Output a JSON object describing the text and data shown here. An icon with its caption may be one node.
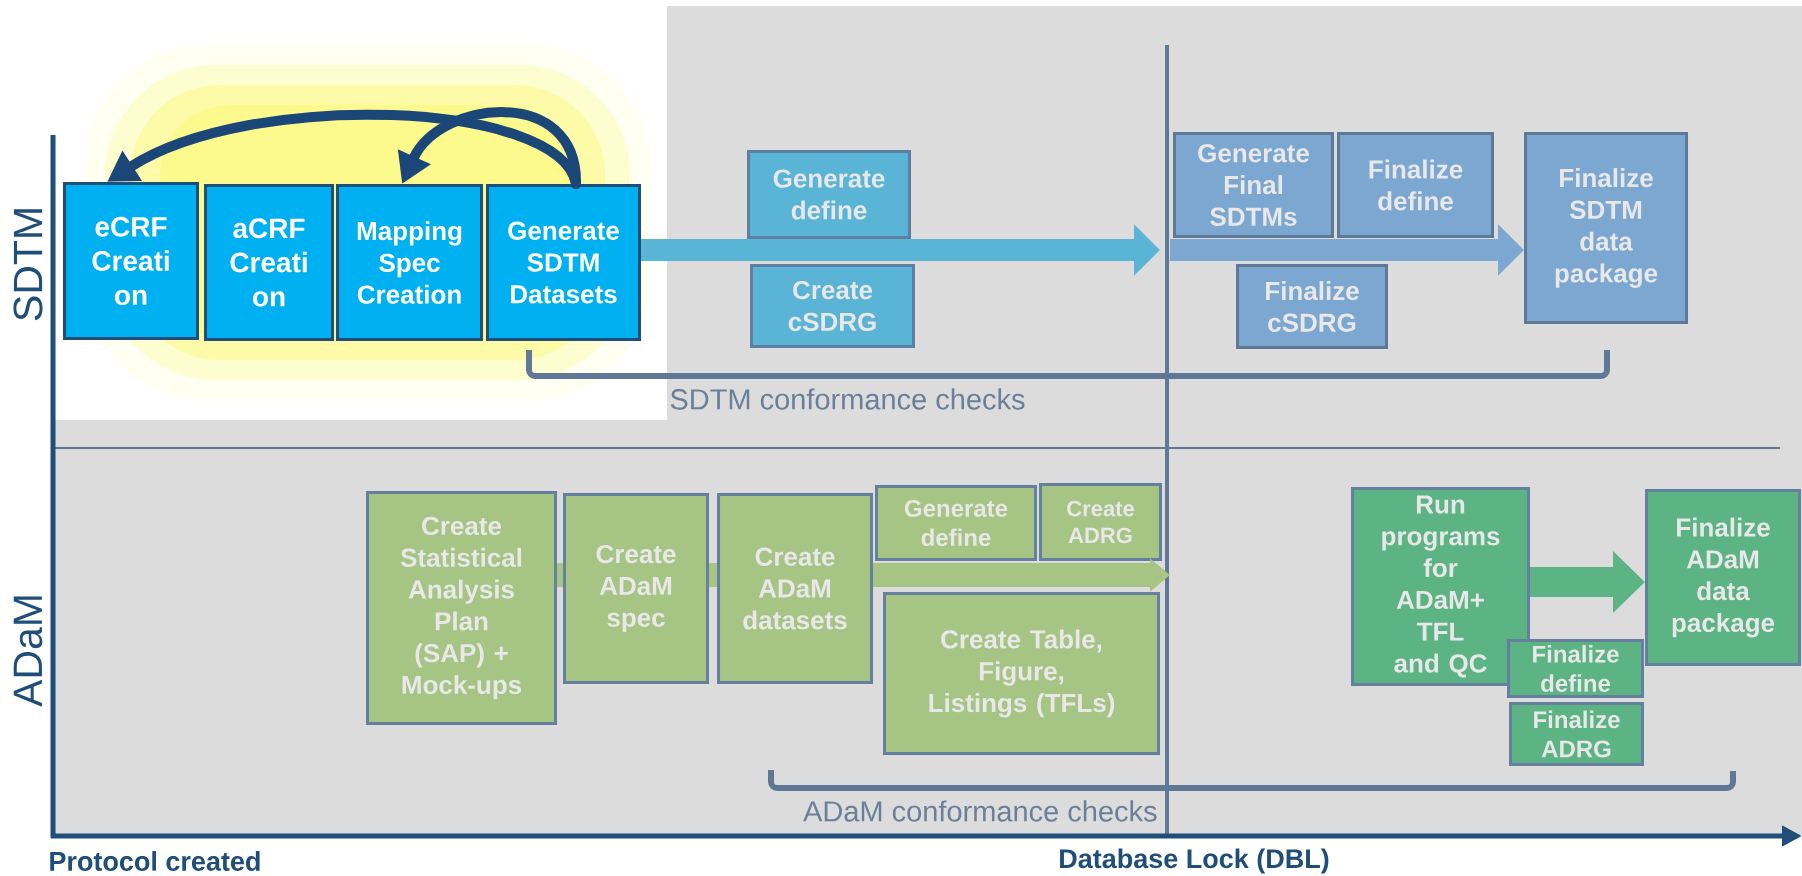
{
  "diagram": {
    "nodes": [
      {
        "text": [
          "eCRF Creati on"
        ]
      },
      {
        "text": [
          "aCRF Creati on"
        ]
      },
      {
        "text": [
          "Mapping Spec Creation"
        ]
      },
      {
        "text": [
          "Generate SDTM Datasets"
        ]
      },
      {
        "text": [
          "Generate define"
        ]
      },
      {
        "text": [
          "Create cSDRG"
        ]
      },
      {
        "text": [
          "Generate Final SDTMs"
        ]
      },
      {
        "text": [
          "Finalize define"
        ]
      },
      {
        "text": [
          "Finalize cSDRG"
        ]
      },
      {
        "text": [
          "Finalize SDTM data package"
        ]
      },
      {
        "text": [
          "Create Statistical Analysis Plan (SAP) + Mock-ups"
        ]
      },
      {
        "text": [
          "Create ADaM spec"
        ]
      },
      {
        "text": [
          "Create ADaM datasets"
        ]
      },
      {
        "text": [
          "Generate define"
        ]
      },
      {
        "text": [
          "Create ADRG"
        ]
      },
      {
        "text": [
          "Create Table, Figure, Listings (TFLs)"
        ]
      },
      {
        "text": [
          "Run programs for ADaM+ TFL and QC"
        ]
      },
      {
        "text": [
          "Finalize define"
        ]
      },
      {
        "text": [
          "Finalize ADRG"
        ]
      },
      {
        "text": [
          "Finalize ADaM data package"
        ]
      }
    ],
    "edges": [
      {
        "from": 3,
        "to": 0,
        "arrow": "to",
        "color": "#1a4778"
      },
      {
        "from": 3,
        "to": 2,
        "arrow": "to",
        "color": "#1a4778"
      },
      {
        "from": 3,
        "to": 6,
        "arrow": "to",
        "color": "#5ab4d6"
      },
      {
        "from": 6,
        "to": 9,
        "arrow": "to",
        "color": "#7ba7d0"
      },
      {
        "from": 10,
        "to": 11,
        "arrow": "none",
        "color": "#a6c484"
      },
      {
        "from": 11,
        "to": 12,
        "arrow": "none",
        "color": "#a6c484"
      },
      {
        "from": 12,
        "to": 14,
        "arrow": "to",
        "color": "#a6c484"
      },
      {
        "from": 16,
        "to": 19,
        "arrow": "to",
        "color": "#5cb384"
      }
    ],
    "labels": [
      "SDTM",
      "ADaM",
      "SDTM conformance checks",
      "ADaM conformance checks",
      "Protocol created",
      "Database Lock (DBL)"
    ]
  }
}
